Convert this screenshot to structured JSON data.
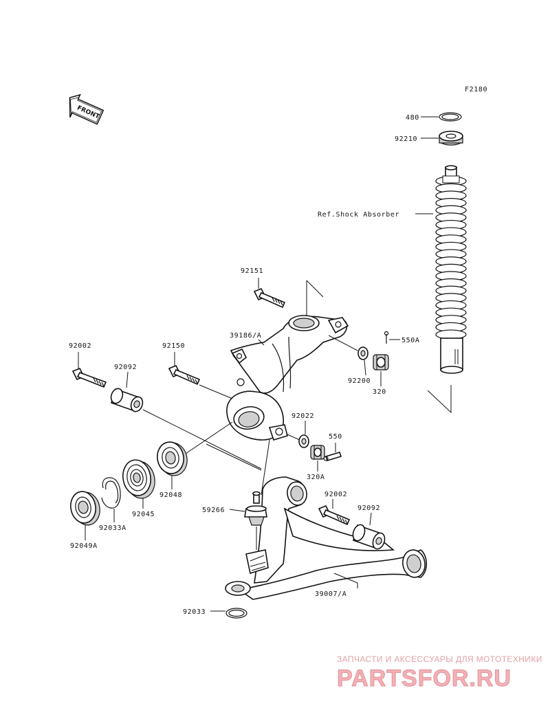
{
  "diagram": {
    "code": "F2180",
    "front_label": "FRONT",
    "callouts": {
      "p480": "480",
      "p92210": "92210",
      "ref_shock": "Ref.Shock Absorber",
      "p92151": "92151",
      "p39186": "39186/A",
      "p92150": "92150",
      "p92002_top": "92002",
      "p92092_top": "92092",
      "p550a": "550A",
      "p92200": "92200",
      "p320": "320",
      "p92022": "92022",
      "p550": "550",
      "p320a": "320A",
      "p92048": "92048",
      "p92045": "92045",
      "p92033a": "92033A",
      "p92049a": "92049A",
      "p59266": "59266",
      "p92002_bot": "92002",
      "p92092_bot": "92092",
      "p39007": "39007/A",
      "p92033": "92033"
    }
  },
  "watermark": {
    "tagline": "ЗАПЧАСТИ И АКСЕССУАРЫ ДЛЯ МОТОТЕХНИКИ",
    "brand": "PARTSFOR.RU"
  }
}
